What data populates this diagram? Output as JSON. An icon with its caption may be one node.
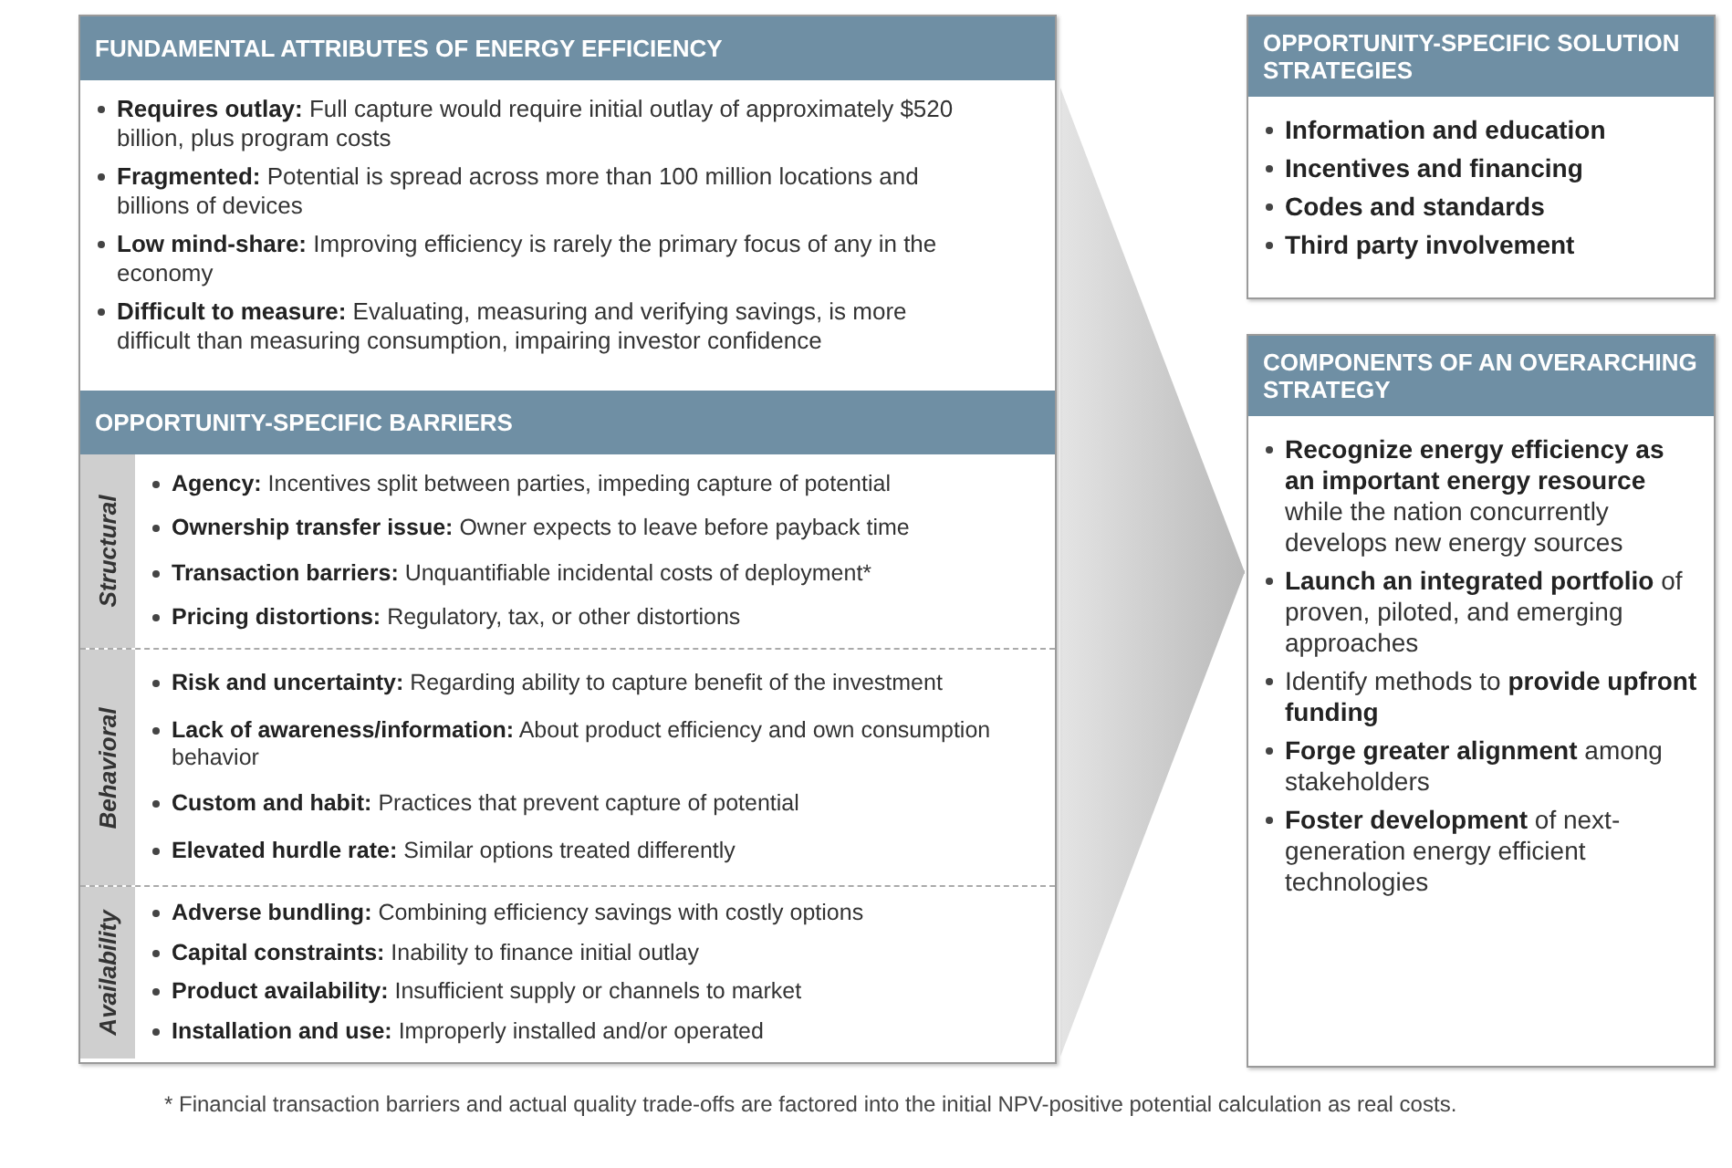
{
  "diagram": {
    "nodes": [
      {
        "text": [],
        "shape": "box"
      },
      {
        "text": [
          "FUNDAMENTAL ATTRIBUTES OF ENERGY EFFICIENCY",
          "**Requires outlay:** Full capture would require initial outlay of approximately $520 billion, plus program costs",
          "**Fragmented:** Potential is spread across more than 100 million locations and billions of devices",
          "**Low mind-share:** Improving efficiency is rarely the primary focus of any in the economy",
          "**Difficult to measure:** Evaluating, measuring and verifying savings, is more difficult than measuring consumption, impairing investor confidence"
        ],
        "in": 0
      },
      {
        "text": [
          "OPPORTUNITY-SPECIFIC BARRIERS"
        ],
        "in": 0
      },
      {
        "text": [
          "Structural",
          "**Agency:** Incentives split between parties, impeding capture of potential",
          "**Ownership transfer issue:** Owner expects to leave before payback time",
          "**Transaction barriers:** Unquantifiable incidental costs of deployment*",
          "**Pricing distortions:** Regulatory, tax, or other distortions"
        ],
        "in": 2
      },
      {
        "text": [
          "Behavioral",
          "**Risk and uncertainty:** Regarding ability to capture benefit of the investment",
          "**Lack of awareness/information:** About product efficiency and own consumption behavior",
          "**Custom and habit:** Practices that prevent capture of potential",
          "**Elevated hurdle rate:** Similar options treated differently"
        ],
        "in": 2
      },
      {
        "text": [
          "Availability",
          "**Adverse bundling:** Combining efficiency savings with costly options",
          "**Capital constraints:** Inability to finance initial outlay",
          "**Product availability:** Insufficient supply or channels to market",
          "**Installation and use:** Improperly installed and/or operated"
        ],
        "in": 2
      },
      {
        "text": [
          "OPPORTUNITY-SPECIFIC SOLUTION STRATEGIES",
          "**Information and education**",
          "**Incentives and financing**",
          "**Codes and standards**",
          "**Third party involvement**"
        ]
      },
      {
        "text": [
          "COMPONENTS OF AN OVERARCHING STRATEGY",
          "**Recognize energy efficiency as an important energy resource** while the nation concurrently develops new energy sources",
          "**Launch an integrated portfolio** of proven, piloted, and emerging approaches",
          "Identify methods to **provide upfront funding**",
          "**Forge greater alignment** among stakeholders",
          "**Foster development** of next-generation energy efficient technologies"
        ]
      }
    ],
    "edges": [
      {
        "from": 0,
        "to": 7,
        "arrow": "to"
      }
    ],
    "labels": [
      "* Financial transaction barriers and actual quality trade-offs are factored into the initial NPV-positive potential calculation as real costs."
    ]
  }
}
